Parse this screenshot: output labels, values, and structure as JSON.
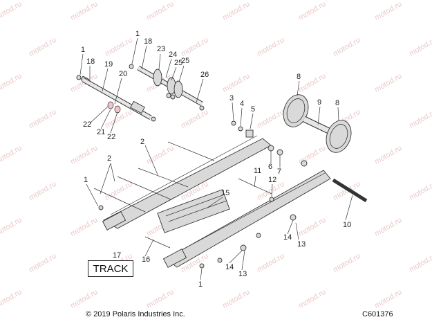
{
  "watermark_text": "motod.ru",
  "track_label": "TRACK",
  "copyright": "© 2019 Polaris Industries Inc.",
  "drawing_code": "C601376",
  "callouts": [
    "1",
    "18",
    "19",
    "20",
    "22",
    "21",
    "22",
    "1",
    "18",
    "23",
    "24",
    "25",
    "25",
    "26",
    "3",
    "4",
    "5",
    "6",
    "7",
    "8",
    "9",
    "8",
    "2",
    "2",
    "1",
    "11",
    "12",
    "15",
    "10",
    "14",
    "13",
    "17",
    "16",
    "14",
    "13",
    "1"
  ]
}
